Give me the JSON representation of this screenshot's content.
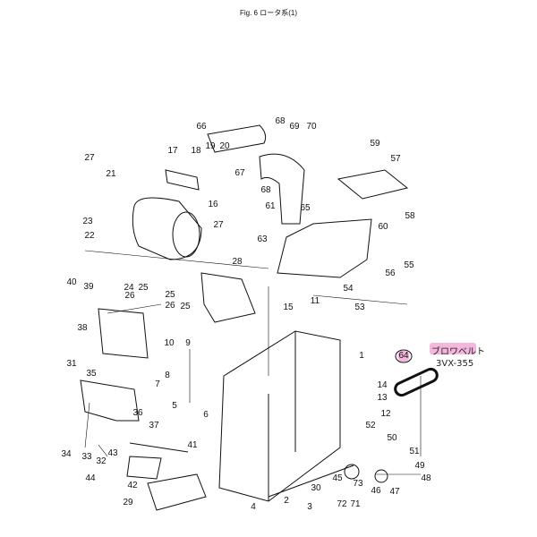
{
  "title": "Fig. 6 ロータ系(1)",
  "annotation": {
    "part_name": "ブロワベルト",
    "part_code": "3VX-355",
    "circled_part": "64"
  },
  "labels": {
    "p1": "1",
    "p2": "2",
    "p3": "3",
    "p4": "4",
    "p5": "5",
    "p6": "6",
    "p7": "7",
    "p8": "8",
    "p9": "9",
    "p10": "10",
    "p11": "11",
    "p12": "12",
    "p13": "13",
    "p14": "14",
    "p15": "15",
    "p16": "16",
    "p17": "17",
    "p18": "18",
    "p19": "19",
    "p20": "20",
    "p21": "21",
    "p22": "22",
    "p23": "23",
    "p24": "24",
    "p25a": "25",
    "p25b": "25",
    "p25c": "25",
    "p26a": "26",
    "p26b": "26",
    "p27a": "27",
    "p27b": "27",
    "p28": "28",
    "p29": "29",
    "p30": "30",
    "p31": "31",
    "p32": "32",
    "p33": "33",
    "p34": "34",
    "p35": "35",
    "p36": "36",
    "p37": "37",
    "p38": "38",
    "p39": "39",
    "p40": "40",
    "p41": "41",
    "p42": "42",
    "p43": "43",
    "p44": "44",
    "p45": "45",
    "p46": "46",
    "p47": "47",
    "p48": "48",
    "p49": "49",
    "p50": "50",
    "p51": "51",
    "p52": "52",
    "p53": "53",
    "p54": "54",
    "p55": "55",
    "p56": "56",
    "p57": "57",
    "p58": "58",
    "p59": "59",
    "p60": "60",
    "p61": "61",
    "p63": "63",
    "p65": "65",
    "p66": "66",
    "p67": "67",
    "p68a": "68",
    "p68b": "68",
    "p69": "69",
    "p70": "70",
    "p71": "71",
    "p72": "72",
    "p73": "73"
  }
}
